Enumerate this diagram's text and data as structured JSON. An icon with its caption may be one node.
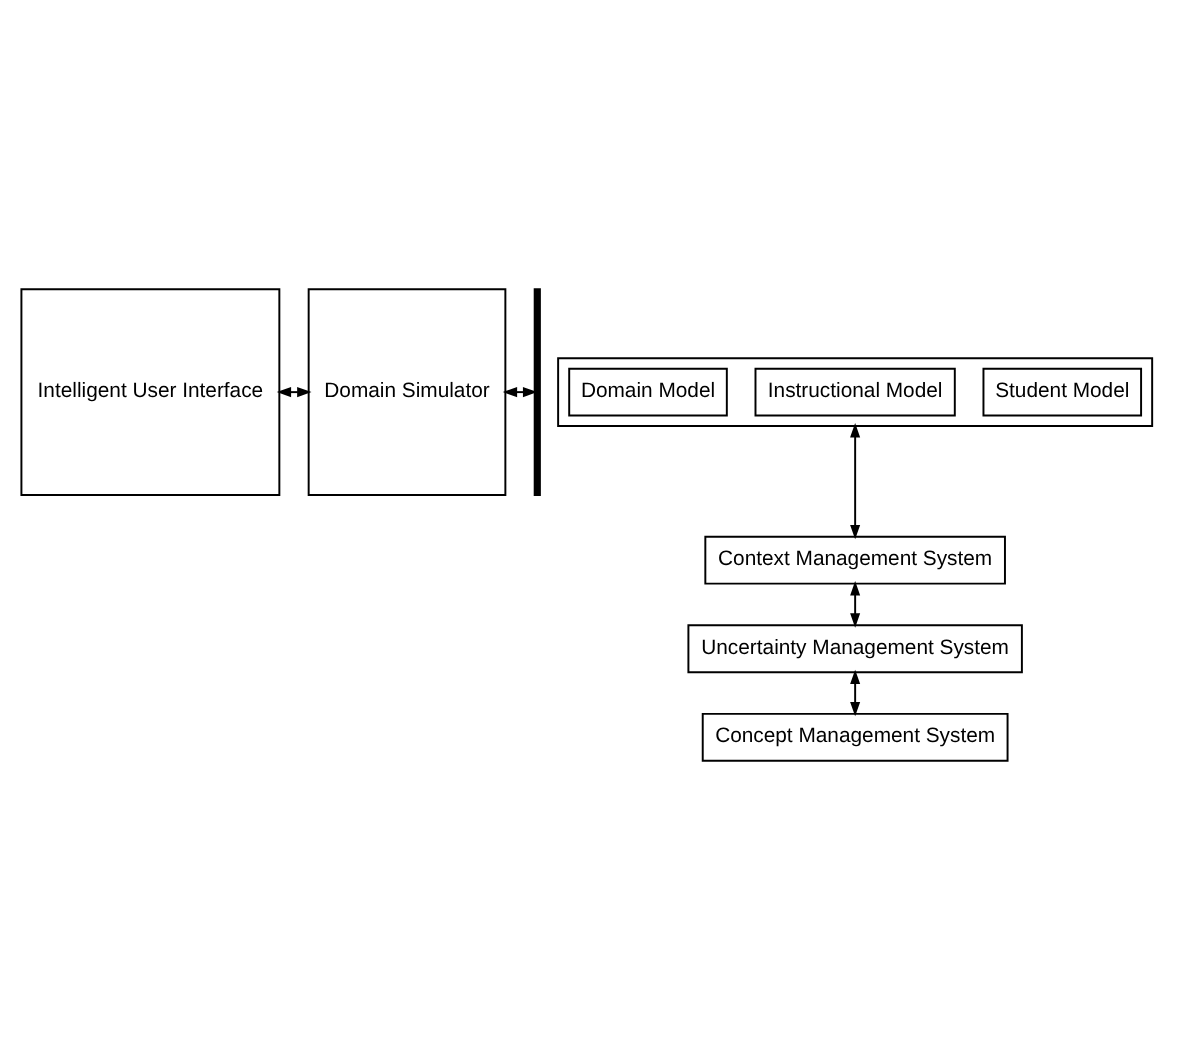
{
  "diagram": {
    "nodes": [
      {
        "text": [
          "Intelligent User Interface"
        ]
      },
      {
        "text": [
          "Domain Simulator"
        ]
      },
      {
        "text": [],
        "shape": "bar"
      },
      {
        "text": [],
        "shape": "box"
      },
      {
        "text": [
          "Domain Model"
        ],
        "in": 3
      },
      {
        "text": [
          "Instructional Model"
        ],
        "in": 3
      },
      {
        "text": [
          "Student Model"
        ],
        "in": 3
      },
      {
        "text": [
          "Context Management System"
        ]
      },
      {
        "text": [
          "Uncertainty Management System"
        ]
      },
      {
        "text": [
          "Concept Management System"
        ]
      }
    ],
    "edges": [
      {
        "from": 0,
        "to": 1,
        "arrow": "both"
      },
      {
        "from": 1,
        "to": 2,
        "arrow": "both"
      },
      {
        "from": 3,
        "to": 7,
        "arrow": "both"
      },
      {
        "from": 7,
        "to": 8,
        "arrow": "both"
      },
      {
        "from": 8,
        "to": 9,
        "arrow": "both"
      }
    ]
  }
}
